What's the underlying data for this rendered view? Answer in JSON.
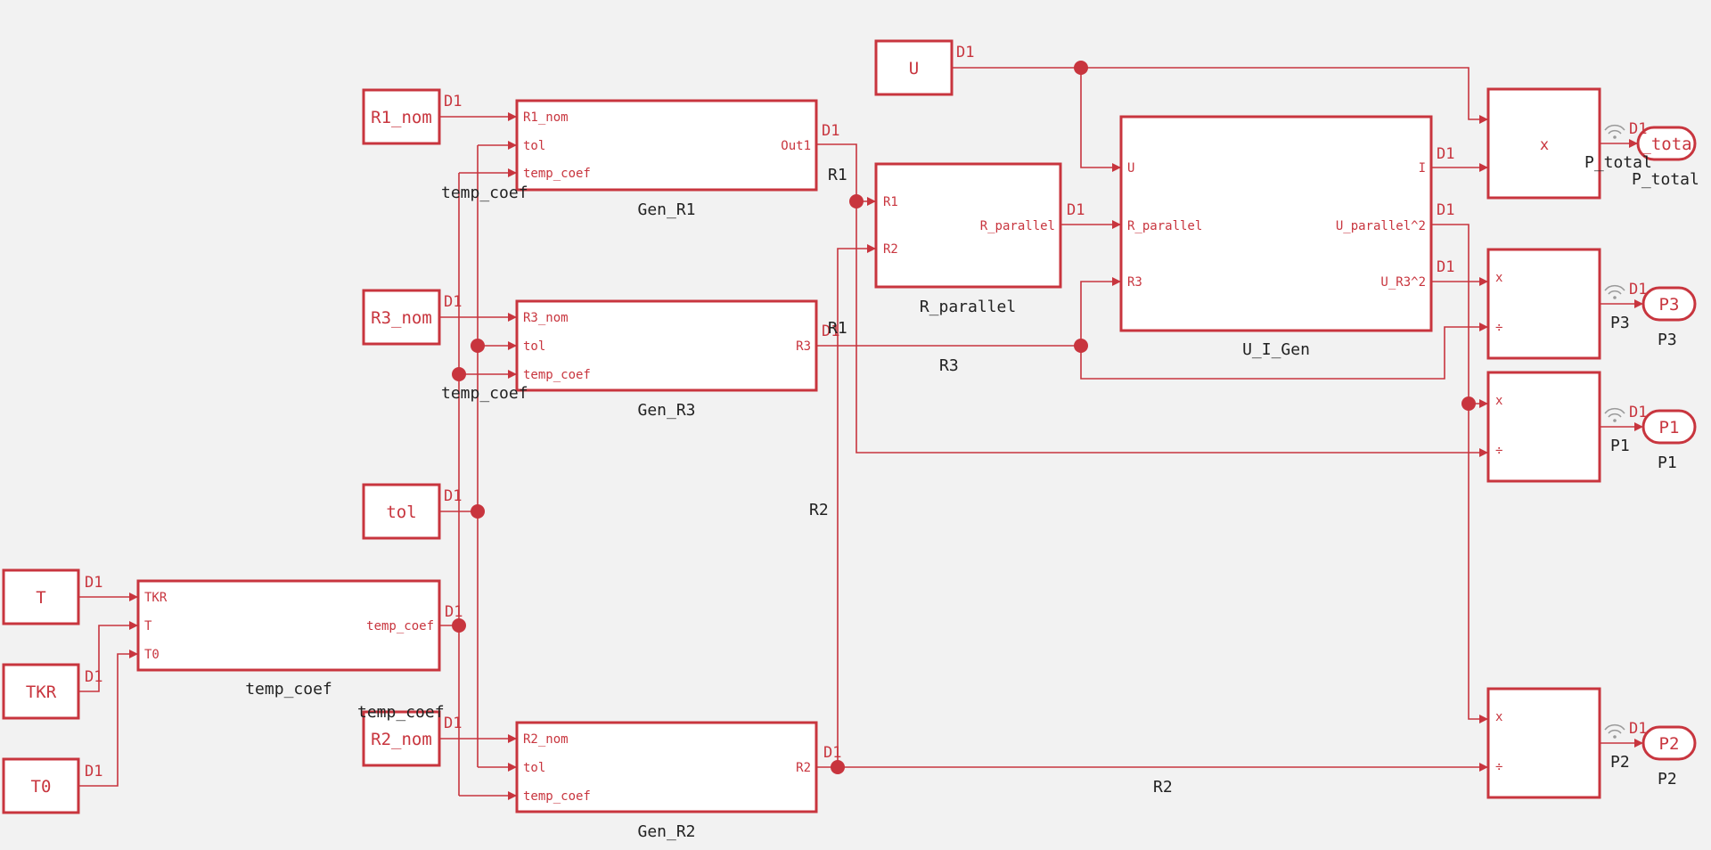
{
  "colors": {
    "accent": "#c8353e",
    "background": "#f2f2f2",
    "label": "#222222"
  },
  "signal_type": "D1",
  "constants": {
    "U": "U",
    "R1_nom": "R1_nom",
    "R3_nom": "R3_nom",
    "tol": "tol",
    "T": "T",
    "TKR": "TKR",
    "T0": "T0",
    "R2_nom": "R2_nom"
  },
  "subsystems": {
    "gen_r1": {
      "name": "Gen_R1",
      "inputs": [
        "R1_nom",
        "tol",
        "temp_coef"
      ],
      "output": "Out1"
    },
    "gen_r3": {
      "name": "Gen_R3",
      "inputs": [
        "R3_nom",
        "tol",
        "temp_coef"
      ],
      "output": "R3"
    },
    "gen_r2": {
      "name": "Gen_R2",
      "inputs": [
        "R2_nom",
        "tol",
        "temp_coef"
      ],
      "output": "R2"
    },
    "temp_coef": {
      "name": "temp_coef",
      "inputs": [
        "TKR",
        "T",
        "T0"
      ],
      "output": "temp_coef"
    },
    "r_parallel": {
      "name": "R_parallel",
      "inputs": [
        "R1",
        "R2"
      ],
      "output": "R_parallel"
    },
    "u_i_gen": {
      "name": "U_I_Gen",
      "inputs": [
        "U",
        "R_parallel",
        "R3"
      ],
      "outputs": [
        "I",
        "U_parallel^2",
        "U_R3^2"
      ]
    }
  },
  "operators": {
    "multiply": "x",
    "divide": "÷",
    "product_symbol": "x"
  },
  "outputs": {
    "p_total": {
      "terminal": "_tota",
      "label": "P_total"
    },
    "p3": {
      "terminal": "P3",
      "label": "P3"
    },
    "p1": {
      "terminal": "P1",
      "label": "P1"
    },
    "p2": {
      "terminal": "P2",
      "label": "P2"
    }
  },
  "signal_labels": {
    "temp_coef": "temp_coef",
    "r1": "R1",
    "r3": "R3",
    "r2": "R2"
  }
}
